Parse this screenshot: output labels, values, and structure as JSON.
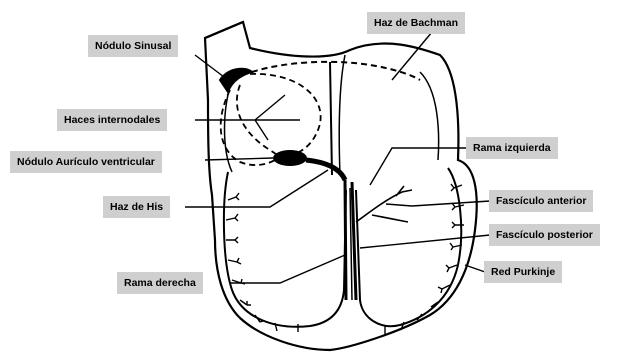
{
  "labels": {
    "nodulo_sinusal": "Nódulo Sinusal",
    "haz_bachman": "Haz de Bachman",
    "haces_internodales": "Haces internodales",
    "nodulo_av": "Nódulo Aurículo ventricular",
    "rama_izquierda": "Rama izquierda",
    "haz_his": "Haz de His",
    "fasciculo_anterior": "Fascículo anterior",
    "fasciculo_posterior": "Fascículo posterior",
    "rama_derecha": "Rama derecha",
    "red_purkinje": "Red Purkinje"
  },
  "colors": {
    "label_background": "#cfcfcf",
    "line": "#000000"
  }
}
